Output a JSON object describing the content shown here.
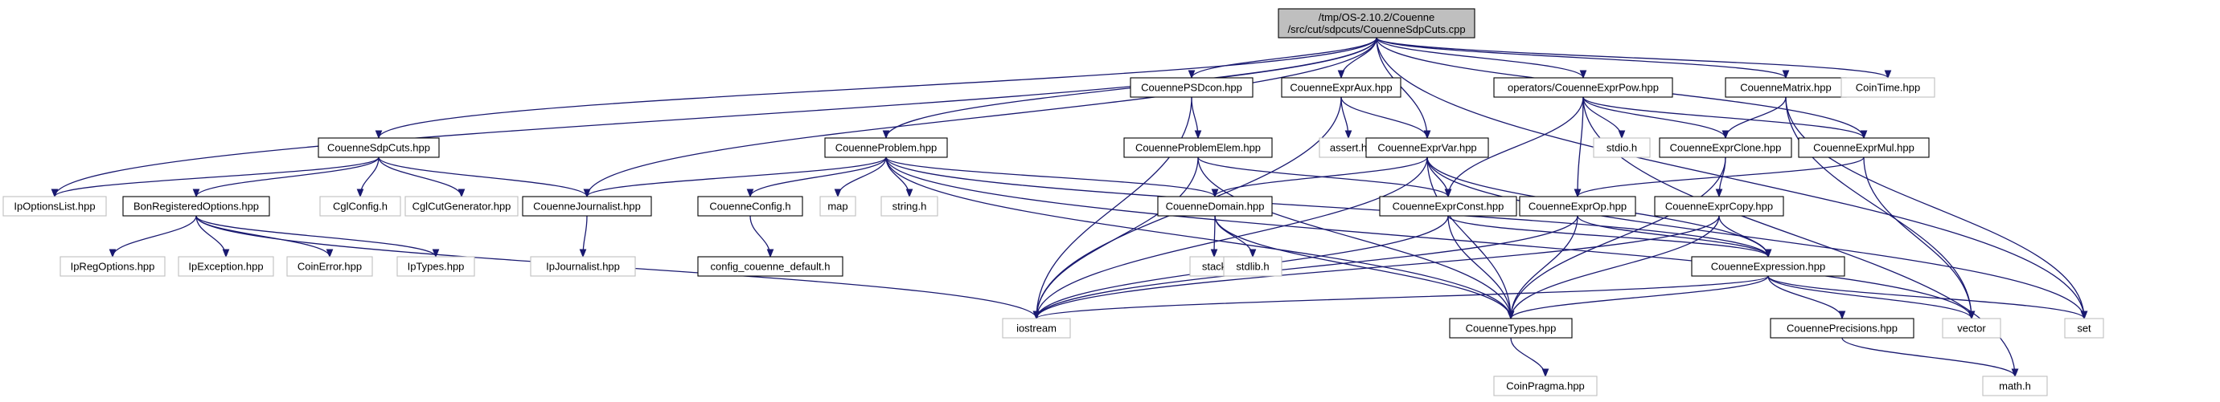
{
  "graph": {
    "edge_color": "#191970",
    "root_fill": "#bfbfbf",
    "documented_border": "#000000",
    "external_border": "#bfbfbf",
    "nodes": [
      {
        "id": "root",
        "lines": [
          "/tmp/OS-2.10.2/Couenne",
          "/src/cut/sdpcuts/CouenneSdpCuts.cpp"
        ],
        "kind": "root"
      },
      {
        "id": "IpOptionsList",
        "lines": [
          "IpOptionsList.hpp"
        ],
        "kind": "external"
      },
      {
        "id": "CouenneSdpCuts",
        "lines": [
          "CouenneSdpCuts.hpp"
        ],
        "kind": "documented"
      },
      {
        "id": "BonRegisteredOptions",
        "lines": [
          "BonRegisteredOptions.hpp"
        ],
        "kind": "documented"
      },
      {
        "id": "IpRegOptions",
        "lines": [
          "IpRegOptions.hpp"
        ],
        "kind": "external"
      },
      {
        "id": "IpException",
        "lines": [
          "IpException.hpp"
        ],
        "kind": "external"
      },
      {
        "id": "CoinError",
        "lines": [
          "CoinError.hpp"
        ],
        "kind": "external"
      },
      {
        "id": "IpTypes",
        "lines": [
          "IpTypes.hpp"
        ],
        "kind": "external"
      },
      {
        "id": "iostream",
        "lines": [
          "iostream"
        ],
        "kind": "external"
      },
      {
        "id": "CglConfig",
        "lines": [
          "CglConfig.h"
        ],
        "kind": "external"
      },
      {
        "id": "CglCutGenerator",
        "lines": [
          "CglCutGenerator.hpp"
        ],
        "kind": "external"
      },
      {
        "id": "CouenneJournalist",
        "lines": [
          "CouenneJournalist.hpp"
        ],
        "kind": "documented"
      },
      {
        "id": "IpJournalist",
        "lines": [
          "IpJournalist.hpp"
        ],
        "kind": "external"
      },
      {
        "id": "CouenneProblem",
        "lines": [
          "CouenneProblem.hpp"
        ],
        "kind": "documented"
      },
      {
        "id": "CouenneConfig",
        "lines": [
          "CouenneConfig.h"
        ],
        "kind": "documented"
      },
      {
        "id": "config_couenne_default",
        "lines": [
          "config_couenne_default.h"
        ],
        "kind": "documented"
      },
      {
        "id": "map",
        "lines": [
          "map"
        ],
        "kind": "external"
      },
      {
        "id": "string",
        "lines": [
          "string.h"
        ],
        "kind": "external"
      },
      {
        "id": "CouennePSDcon",
        "lines": [
          "CouennePSDcon.hpp"
        ],
        "kind": "documented"
      },
      {
        "id": "CouenneProblemElem",
        "lines": [
          "CouenneProblemElem.hpp"
        ],
        "kind": "documented"
      },
      {
        "id": "CouenneExprAux",
        "lines": [
          "CouenneExprAux.hpp"
        ],
        "kind": "documented"
      },
      {
        "id": "assert",
        "lines": [
          "assert.h"
        ],
        "kind": "external"
      },
      {
        "id": "CouenneExprVar",
        "lines": [
          "CouenneExprVar.hpp"
        ],
        "kind": "documented"
      },
      {
        "id": "CouenneDomain",
        "lines": [
          "CouenneDomain.hpp"
        ],
        "kind": "documented"
      },
      {
        "id": "stack",
        "lines": [
          "stack"
        ],
        "kind": "external"
      },
      {
        "id": "stdlib",
        "lines": [
          "stdlib.h"
        ],
        "kind": "external"
      },
      {
        "id": "CouenneExprConst",
        "lines": [
          "CouenneExprConst.hpp"
        ],
        "kind": "documented"
      },
      {
        "id": "CouenneTypes",
        "lines": [
          "CouenneTypes.hpp"
        ],
        "kind": "documented"
      },
      {
        "id": "CoinPragma",
        "lines": [
          "CoinPragma.hpp"
        ],
        "kind": "external"
      },
      {
        "id": "operatorsPow",
        "lines": [
          "operators/CouenneExprPow.hpp"
        ],
        "kind": "documented"
      },
      {
        "id": "stdio",
        "lines": [
          "stdio.h"
        ],
        "kind": "external"
      },
      {
        "id": "CouenneExprOp",
        "lines": [
          "CouenneExprOp.hpp"
        ],
        "kind": "documented"
      },
      {
        "id": "CouenneExprClone",
        "lines": [
          "CouenneExprClone.hpp"
        ],
        "kind": "documented"
      },
      {
        "id": "CouenneExprCopy",
        "lines": [
          "CouenneExprCopy.hpp"
        ],
        "kind": "documented"
      },
      {
        "id": "CouenneExpression",
        "lines": [
          "CouenneExpression.hpp"
        ],
        "kind": "documented"
      },
      {
        "id": "CouennePrecisions",
        "lines": [
          "CouennePrecisions.hpp"
        ],
        "kind": "documented"
      },
      {
        "id": "mathh",
        "lines": [
          "math.h"
        ],
        "kind": "external"
      },
      {
        "id": "CouenneMatrix",
        "lines": [
          "CouenneMatrix.hpp"
        ],
        "kind": "documented"
      },
      {
        "id": "CouenneExprMul",
        "lines": [
          "CouenneExprMul.hpp"
        ],
        "kind": "documented"
      },
      {
        "id": "CoinTime",
        "lines": [
          "CoinTime.hpp"
        ],
        "kind": "external"
      },
      {
        "id": "vector",
        "lines": [
          "vector"
        ],
        "kind": "external"
      },
      {
        "id": "set",
        "lines": [
          "set"
        ],
        "kind": "external"
      }
    ],
    "edges": [
      [
        "root",
        "IpOptionsList"
      ],
      [
        "root",
        "CouenneSdpCuts"
      ],
      [
        "root",
        "CouenneJournalist"
      ],
      [
        "root",
        "CouenneProblem"
      ],
      [
        "root",
        "CouennePSDcon"
      ],
      [
        "root",
        "CouenneExprAux"
      ],
      [
        "root",
        "CouenneExprVar"
      ],
      [
        "root",
        "operatorsPow"
      ],
      [
        "root",
        "CouenneMatrix"
      ],
      [
        "root",
        "CouenneExprMul"
      ],
      [
        "root",
        "CoinTime"
      ],
      [
        "root",
        "set"
      ],
      [
        "CouenneSdpCuts",
        "IpOptionsList"
      ],
      [
        "CouenneSdpCuts",
        "BonRegisteredOptions"
      ],
      [
        "CouenneSdpCuts",
        "CglConfig"
      ],
      [
        "CouenneSdpCuts",
        "CglCutGenerator"
      ],
      [
        "CouenneSdpCuts",
        "CouenneJournalist"
      ],
      [
        "BonRegisteredOptions",
        "IpRegOptions"
      ],
      [
        "BonRegisteredOptions",
        "IpException"
      ],
      [
        "BonRegisteredOptions",
        "CoinError"
      ],
      [
        "BonRegisteredOptions",
        "IpTypes"
      ],
      [
        "BonRegisteredOptions",
        "iostream"
      ],
      [
        "CouenneJournalist",
        "IpJournalist"
      ],
      [
        "CouenneProblem",
        "CouenneJournalist"
      ],
      [
        "CouenneProblem",
        "CouenneConfig"
      ],
      [
        "CouenneProblem",
        "map"
      ],
      [
        "CouenneProblem",
        "string"
      ],
      [
        "CouenneProblem",
        "CouenneDomain"
      ],
      [
        "CouenneProblem",
        "CouenneTypes"
      ],
      [
        "CouenneProblem",
        "CouenneExpression"
      ],
      [
        "CouenneProblem",
        "vector"
      ],
      [
        "CouenneConfig",
        "config_couenne_default"
      ],
      [
        "CouennePSDcon",
        "CouenneProblemElem"
      ],
      [
        "CouennePSDcon",
        "iostream"
      ],
      [
        "CouenneProblemElem",
        "iostream"
      ],
      [
        "CouenneProblemElem",
        "CouenneExprConst"
      ],
      [
        "CouenneProblemElem",
        "CouenneTypes"
      ],
      [
        "CouenneExprAux",
        "assert"
      ],
      [
        "CouenneExprAux",
        "CouenneExprVar"
      ],
      [
        "CouenneExprAux",
        "iostream"
      ],
      [
        "CouenneExprVar",
        "CouenneDomain"
      ],
      [
        "CouenneExprVar",
        "CouenneExprConst"
      ],
      [
        "CouenneExprVar",
        "CouenneTypes"
      ],
      [
        "CouenneExprVar",
        "CouenneExpression"
      ],
      [
        "CouenneExprVar",
        "iostream"
      ],
      [
        "CouenneExprVar",
        "set"
      ],
      [
        "CouenneDomain",
        "stack"
      ],
      [
        "CouenneDomain",
        "stdlib"
      ],
      [
        "CouenneDomain",
        "CouenneTypes"
      ],
      [
        "CouenneExprConst",
        "iostream"
      ],
      [
        "CouenneExprConst",
        "CouenneTypes"
      ],
      [
        "CouenneExprConst",
        "CouenneExpression"
      ],
      [
        "CouenneTypes",
        "CoinPragma"
      ],
      [
        "operatorsPow",
        "stdio"
      ],
      [
        "operatorsPow",
        "CouenneExprOp"
      ],
      [
        "operatorsPow",
        "CouenneExprClone"
      ],
      [
        "operatorsPow",
        "CouenneExprConst"
      ],
      [
        "operatorsPow",
        "CouenneExprMul"
      ],
      [
        "operatorsPow",
        "mathh"
      ],
      [
        "CouenneExprOp",
        "iostream"
      ],
      [
        "CouenneExprOp",
        "CouenneExpression"
      ],
      [
        "CouenneExprOp",
        "CouenneTypes"
      ],
      [
        "CouenneExprClone",
        "CouenneExprCopy"
      ],
      [
        "CouenneExprClone",
        "CouenneTypes"
      ],
      [
        "CouenneExprCopy",
        "iostream"
      ],
      [
        "CouenneExprCopy",
        "CouenneExpression"
      ],
      [
        "CouenneExprCopy",
        "CouenneTypes"
      ],
      [
        "CouenneExpression",
        "iostream"
      ],
      [
        "CouenneExpression",
        "set"
      ],
      [
        "CouenneExpression",
        "vector"
      ],
      [
        "CouenneExpression",
        "CouenneTypes"
      ],
      [
        "CouenneExpression",
        "CouennePrecisions"
      ],
      [
        "CouennePrecisions",
        "mathh"
      ],
      [
        "CouenneMatrix",
        "CouenneExprClone"
      ],
      [
        "CouenneMatrix",
        "set"
      ],
      [
        "CouenneMatrix",
        "vector"
      ],
      [
        "CouenneExprMul",
        "CouenneExprOp"
      ],
      [
        "CouenneExprMul",
        "vector"
      ]
    ]
  }
}
